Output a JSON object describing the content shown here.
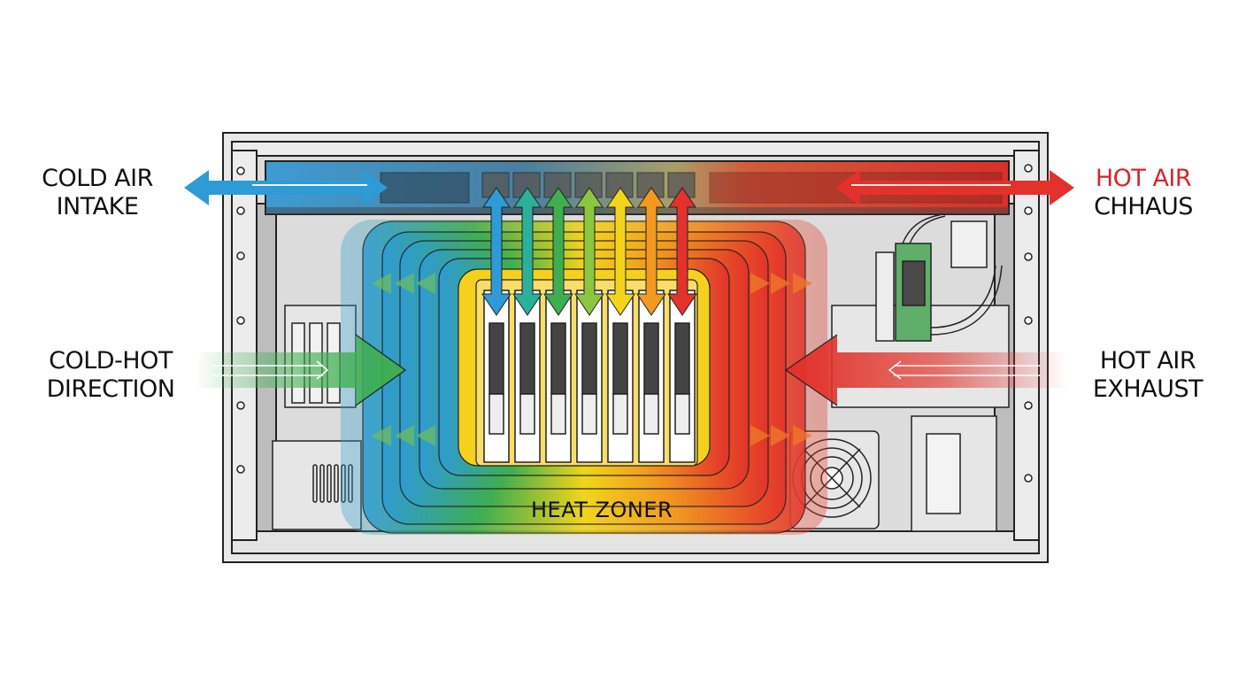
{
  "diagram": {
    "type": "server-chassis-airflow",
    "labels": {
      "cold_air_intake": {
        "line1": "COLD AIR",
        "line2": "INTAKE"
      },
      "hot_air_top": {
        "line1": "HOT AIR",
        "line2": "CHHAUS"
      },
      "cold_hot_direction": {
        "line1": "COLD-HOT",
        "line2": "DIRECTION"
      },
      "hot_air_exhaust": {
        "line1": "HOT AIR",
        "line2": "EXHAUST"
      },
      "heat_zone": "HEAT ZONER"
    },
    "drive_bays": {
      "count": 7,
      "arrow_colors": [
        "#2e9bd6",
        "#2bb09a",
        "#3fae4f",
        "#8cc63f",
        "#f2d51b",
        "#f29a1f",
        "#e2322b"
      ]
    },
    "heat_zone_gradient": [
      "#2e9bd6",
      "#3fae4f",
      "#f2d51b",
      "#f29a1f",
      "#e2322b"
    ],
    "colors": {
      "cold": "#2e9bd6",
      "hot": "#e2322b",
      "direction": "#3fae4f",
      "chassis": "#e6e6e6",
      "outline": "#222222",
      "hot_label": "#d7262b"
    }
  }
}
